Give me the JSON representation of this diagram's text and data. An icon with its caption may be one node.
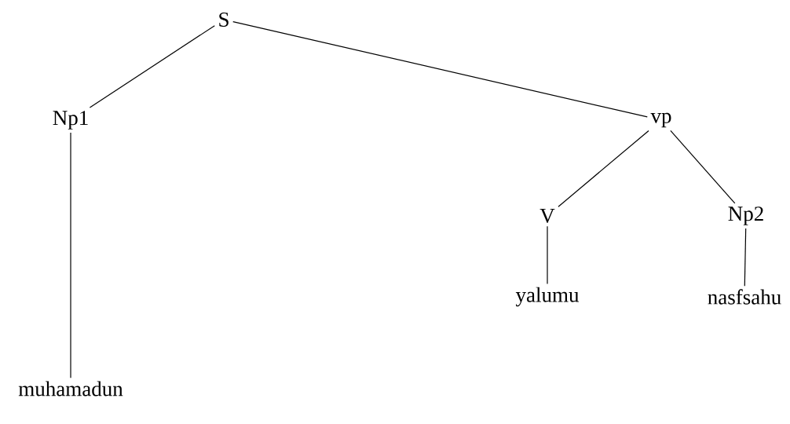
{
  "diagram": {
    "nodes": [
      {
        "text": [
          "S"
        ]
      },
      {
        "text": [
          "Np1"
        ]
      },
      {
        "text": [
          "vp"
        ]
      },
      {
        "text": [
          "V"
        ]
      },
      {
        "text": [
          "Np2"
        ]
      },
      {
        "text": [
          "yalumu"
        ]
      },
      {
        "text": [
          "nasfsahu"
        ]
      },
      {
        "text": [
          "muhamadun"
        ]
      }
    ],
    "edges": [
      {
        "from": 0,
        "to": 1,
        "arrow": "none"
      },
      {
        "from": 0,
        "to": 2,
        "arrow": "none"
      },
      {
        "from": 1,
        "to": 7,
        "arrow": "none"
      },
      {
        "from": 2,
        "to": 3,
        "arrow": "none"
      },
      {
        "from": 2,
        "to": 4,
        "arrow": "none"
      },
      {
        "from": 3,
        "to": 5,
        "arrow": "none"
      },
      {
        "from": 4,
        "to": 6,
        "arrow": "none"
      }
    ]
  }
}
